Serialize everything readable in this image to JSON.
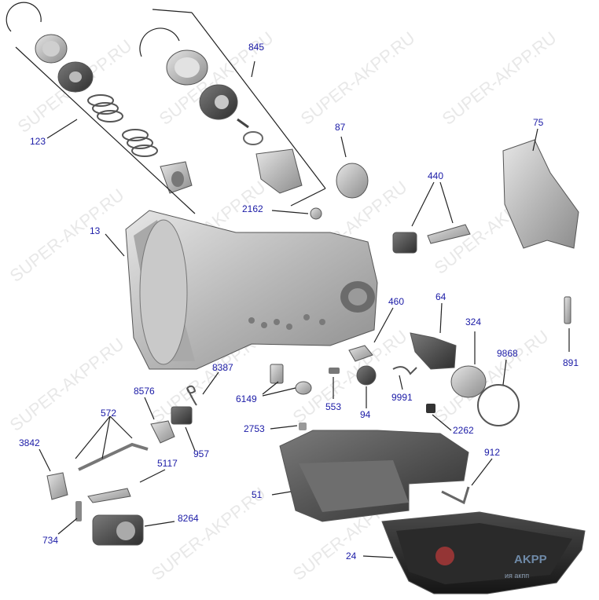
{
  "watermark": "SUPER-AKPP.RU",
  "brand": {
    "text": "AKPP",
    "sub": "ия акпп"
  },
  "labels": {
    "p845": "845",
    "p123": "123",
    "p87": "87",
    "p75": "75",
    "p440": "440",
    "p2162": "2162",
    "p13": "13",
    "p460": "460",
    "p64": "64",
    "p324": "324",
    "p9868": "9868",
    "p891": "891",
    "p8387": "8387",
    "p8576": "8576",
    "p6149": "6149",
    "p553": "553",
    "p94": "94",
    "p9991": "9991",
    "p572": "572",
    "p3842": "3842",
    "p957": "957",
    "p2753": "2753",
    "p2262": "2262",
    "p912": "912",
    "p5117": "5117",
    "p51": "51",
    "p8264": "8264",
    "p734": "734",
    "p24": "24"
  }
}
